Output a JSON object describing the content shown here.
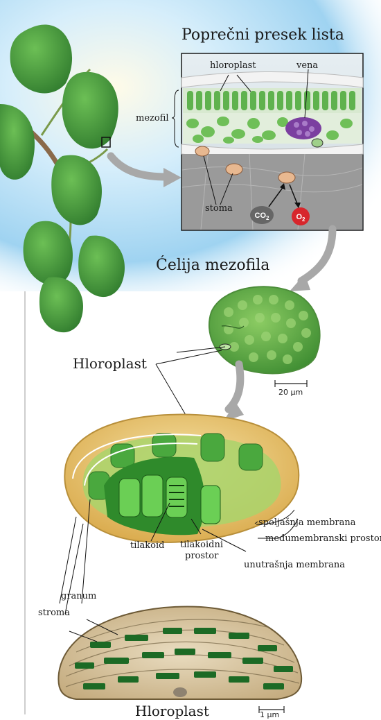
{
  "cross_section": {
    "title": "Poprečni presek lista",
    "labels": {
      "hloroplast": "hloroplast",
      "vena": "vena",
      "mezofil": "mezofil",
      "stoma": "stoma",
      "co2": "CO",
      "co2_sub": "2",
      "o2": "O",
      "o2_sub": "2"
    }
  },
  "mesophyll_cell": {
    "title": "Ćelija mezofila",
    "scale": "20 µm"
  },
  "chloroplast_label": "Hloroplast",
  "chloroplast_diagram": {
    "labels": {
      "outer": "spoljašnja membrana",
      "intermembrane": "međumembranski prostor",
      "inner": "unutrašnja membrana",
      "thylakoid_space_1": "tilakoidni",
      "thylakoid_space_2": "prostor",
      "thylakoid": "tilakoid",
      "granum": "granum",
      "stroma": "stroma"
    }
  },
  "micrograph": {
    "title": "Hloroplast",
    "scale": "1 µm"
  },
  "colors": {
    "sky": "#bfe3f5",
    "leaf": "#3f8f3a",
    "chloroplast_green": "#3a9a35",
    "envelope": "#e8c777",
    "co2_badge": "#666666",
    "o2_badge": "#d7262c",
    "vein": "#7b3fa0"
  }
}
